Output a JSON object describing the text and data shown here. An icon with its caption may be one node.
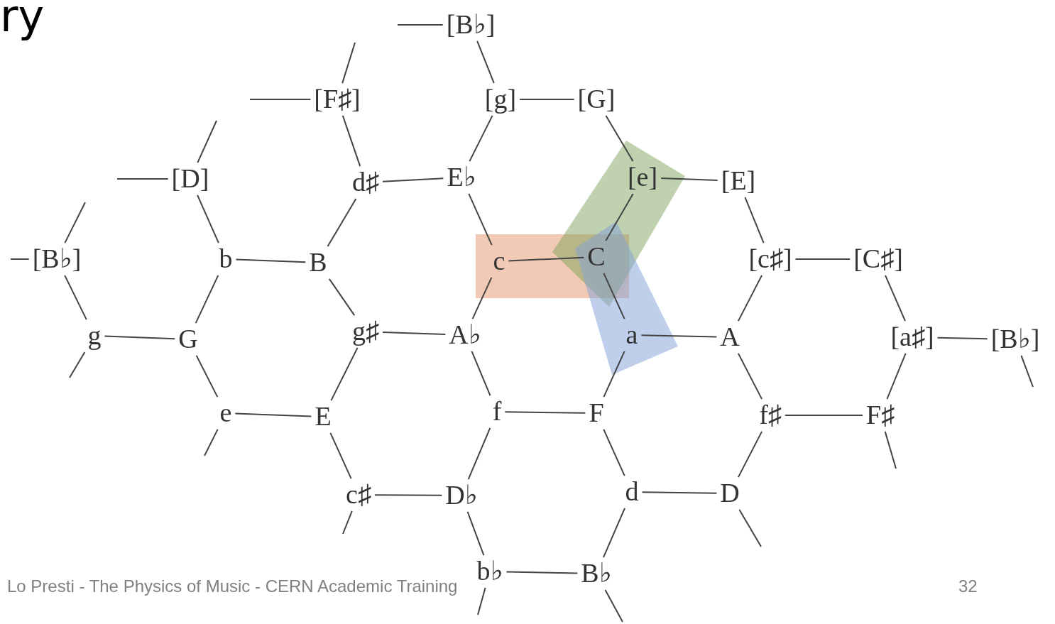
{
  "diagram": {
    "title": "ry",
    "nodes": [
      {
        "text": [
          "[B♭]"
        ]
      },
      {
        "text": [
          "[F♯]"
        ]
      },
      {
        "text": [
          "[g]"
        ]
      },
      {
        "text": [
          "[G]"
        ]
      },
      {
        "text": [
          "[D]"
        ]
      },
      {
        "text": [
          "d♯"
        ]
      },
      {
        "text": [
          "E♭"
        ]
      },
      {
        "text": [
          "[e]"
        ]
      },
      {
        "text": [
          "[E]"
        ]
      },
      {
        "text": [
          "[B♭]"
        ]
      },
      {
        "text": [
          "b"
        ]
      },
      {
        "text": [
          "B"
        ]
      },
      {
        "text": [
          "c"
        ]
      },
      {
        "text": [
          "C"
        ]
      },
      {
        "text": [
          "[c♯]"
        ]
      },
      {
        "text": [
          "[C♯]"
        ]
      },
      {
        "text": [
          "g"
        ]
      },
      {
        "text": [
          "G"
        ]
      },
      {
        "text": [
          "g♯"
        ]
      },
      {
        "text": [
          "A♭"
        ]
      },
      {
        "text": [
          "a"
        ]
      },
      {
        "text": [
          "A"
        ]
      },
      {
        "text": [
          "[a♯]"
        ]
      },
      {
        "text": [
          "[B♭]"
        ]
      },
      {
        "text": [
          "e"
        ]
      },
      {
        "text": [
          "E"
        ]
      },
      {
        "text": [
          "f"
        ]
      },
      {
        "text": [
          "F"
        ]
      },
      {
        "text": [
          "f♯"
        ]
      },
      {
        "text": [
          "F♯"
        ]
      },
      {
        "text": [
          "c♯"
        ]
      },
      {
        "text": [
          "D♭"
        ]
      },
      {
        "text": [
          "d"
        ]
      },
      {
        "text": [
          "D"
        ]
      },
      {
        "text": [
          "b♭"
        ]
      },
      {
        "text": [
          "B♭"
        ]
      }
    ],
    "edges": [
      {
        "from": 0,
        "to": null,
        "arrow": "none"
      },
      {
        "from": 1,
        "to": null,
        "arrow": "none"
      },
      {
        "from": 2,
        "to": 3,
        "arrow": "none"
      },
      {
        "from": 4,
        "to": null,
        "arrow": "none"
      },
      {
        "from": 5,
        "to": 6,
        "arrow": "none"
      },
      {
        "from": 7,
        "to": 8,
        "arrow": "none"
      },
      {
        "from": 9,
        "to": null,
        "arrow": "none"
      },
      {
        "from": 10,
        "to": 11,
        "arrow": "none"
      },
      {
        "from": 12,
        "to": 13,
        "arrow": "none"
      },
      {
        "from": 14,
        "to": 15,
        "arrow": "none"
      },
      {
        "from": 16,
        "to": 17,
        "arrow": "none"
      },
      {
        "from": 18,
        "to": 19,
        "arrow": "none"
      },
      {
        "from": 20,
        "to": 21,
        "arrow": "none"
      },
      {
        "from": 22,
        "to": 23,
        "arrow": "none"
      },
      {
        "from": 24,
        "to": 25,
        "arrow": "none"
      },
      {
        "from": 26,
        "to": 27,
        "arrow": "none"
      },
      {
        "from": 28,
        "to": 29,
        "arrow": "none"
      },
      {
        "from": 30,
        "to": 31,
        "arrow": "none"
      },
      {
        "from": 32,
        "to": 33,
        "arrow": "none"
      },
      {
        "from": 34,
        "to": 35,
        "arrow": "none"
      },
      {
        "from": 1,
        "to": null,
        "arrow": "none"
      },
      {
        "from": 0,
        "to": 2,
        "arrow": "none"
      },
      {
        "from": 4,
        "to": null,
        "arrow": "none"
      },
      {
        "from": 1,
        "to": 5,
        "arrow": "none"
      },
      {
        "from": 2,
        "to": 6,
        "arrow": "none"
      },
      {
        "from": 3,
        "to": 7,
        "arrow": "none"
      },
      {
        "from": 9,
        "to": null,
        "arrow": "none"
      },
      {
        "from": 4,
        "to": 10,
        "arrow": "none"
      },
      {
        "from": 5,
        "to": 11,
        "arrow": "none"
      },
      {
        "from": 6,
        "to": 12,
        "arrow": "none"
      },
      {
        "from": 7,
        "to": 13,
        "arrow": "none"
      },
      {
        "from": 8,
        "to": 14,
        "arrow": "none"
      },
      {
        "from": 9,
        "to": 16,
        "arrow": "none"
      },
      {
        "from": 10,
        "to": 17,
        "arrow": "none"
      },
      {
        "from": 11,
        "to": 18,
        "arrow": "none"
      },
      {
        "from": 12,
        "to": 19,
        "arrow": "none"
      },
      {
        "from": 13,
        "to": 20,
        "arrow": "none"
      },
      {
        "from": 14,
        "to": 21,
        "arrow": "none"
      },
      {
        "from": 15,
        "to": 22,
        "arrow": "none"
      },
      {
        "from": 16,
        "to": null,
        "arrow": "none"
      },
      {
        "from": 17,
        "to": 24,
        "arrow": "none"
      },
      {
        "from": 18,
        "to": 25,
        "arrow": "none"
      },
      {
        "from": 19,
        "to": 26,
        "arrow": "none"
      },
      {
        "from": 20,
        "to": 27,
        "arrow": "none"
      },
      {
        "from": 21,
        "to": 28,
        "arrow": "none"
      },
      {
        "from": 22,
        "to": 29,
        "arrow": "none"
      },
      {
        "from": 23,
        "to": null,
        "arrow": "none"
      },
      {
        "from": 24,
        "to": null,
        "arrow": "none"
      },
      {
        "from": 25,
        "to": 30,
        "arrow": "none"
      },
      {
        "from": 26,
        "to": 31,
        "arrow": "none"
      },
      {
        "from": 27,
        "to": 32,
        "arrow": "none"
      },
      {
        "from": 28,
        "to": 33,
        "arrow": "none"
      },
      {
        "from": 29,
        "to": null,
        "arrow": "none"
      },
      {
        "from": 30,
        "to": null,
        "arrow": "none"
      },
      {
        "from": 31,
        "to": 34,
        "arrow": "none"
      },
      {
        "from": 32,
        "to": 35,
        "arrow": "none"
      },
      {
        "from": 33,
        "to": null,
        "arrow": "none"
      },
      {
        "from": 34,
        "to": null,
        "arrow": "none"
      },
      {
        "from": 35,
        "to": null,
        "arrow": "none"
      }
    ],
    "labels": [
      "Lo Presti - The Physics of Music - CERN Academic Training",
      "32"
    ]
  }
}
